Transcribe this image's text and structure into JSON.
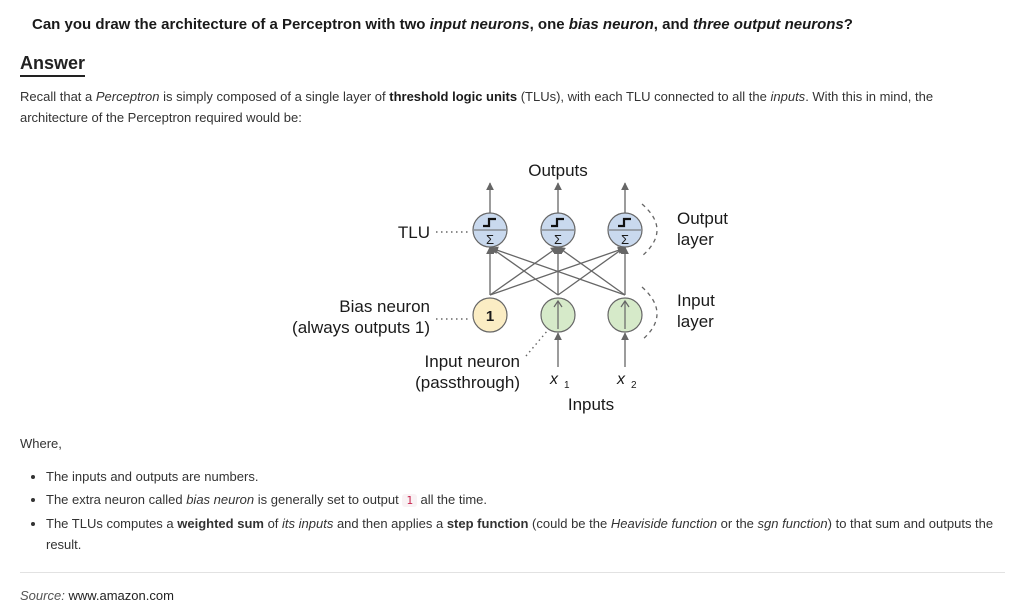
{
  "question": {
    "t1": "Can you draw the architecture of a Perceptron with two ",
    "e1": "input neurons",
    "t2": ", one ",
    "e2": "bias neuron",
    "t3": ", and ",
    "e3": "three output neurons",
    "t4": "?"
  },
  "answer_heading": "Answer",
  "intro": {
    "t1": "Recall that a ",
    "e1": "Perceptron",
    "t2": " is simply composed of a single layer of ",
    "b1": "threshold logic units",
    "t3": " (TLUs), with each TLU connected to all the ",
    "e2": "inputs",
    "t4": ". With this in mind, the architecture of the Perceptron required would be:"
  },
  "diagram": {
    "outputs_label": "Outputs",
    "tlu_label": "TLU",
    "bias_label_1": "Bias neuron",
    "bias_label_2": "(always outputs 1)",
    "bias_value": "1",
    "input_neuron_label_1": "Input neuron",
    "input_neuron_label_2": "(passthrough)",
    "x1": "x",
    "x1_sub": "1",
    "x2": "x",
    "x2_sub": "2",
    "inputs_label": "Inputs",
    "output_layer_1": "Output",
    "output_layer_2": "layer",
    "input_layer_1": "Input",
    "input_layer_2": "layer",
    "sigma": "Σ",
    "colors": {
      "tlu_fill": "#c9d9ee",
      "input_fill": "#d6eac9",
      "bias_fill": "#fbedc4",
      "edge": "#666666"
    }
  },
  "where": "Where,",
  "bullets": [
    {
      "t1": "The inputs and outputs are numbers."
    },
    {
      "t1": "The extra neuron called ",
      "e1": "bias neuron",
      "t2": " is generally set to output ",
      "code": "1",
      "t3": " all the time."
    },
    {
      "t1": "The TLUs computes a ",
      "b1": "weighted sum",
      "t2": " of ",
      "e1": "its inputs",
      "t3": " and then applies a ",
      "b2": "step function",
      "t4": " (could be the ",
      "e2": "Heaviside function",
      "t5": " or the ",
      "e3": "sgn function",
      "t6": ") to that sum and outputs the result."
    }
  ],
  "source": {
    "label": "Source:",
    "value": "www.amazon.com"
  }
}
